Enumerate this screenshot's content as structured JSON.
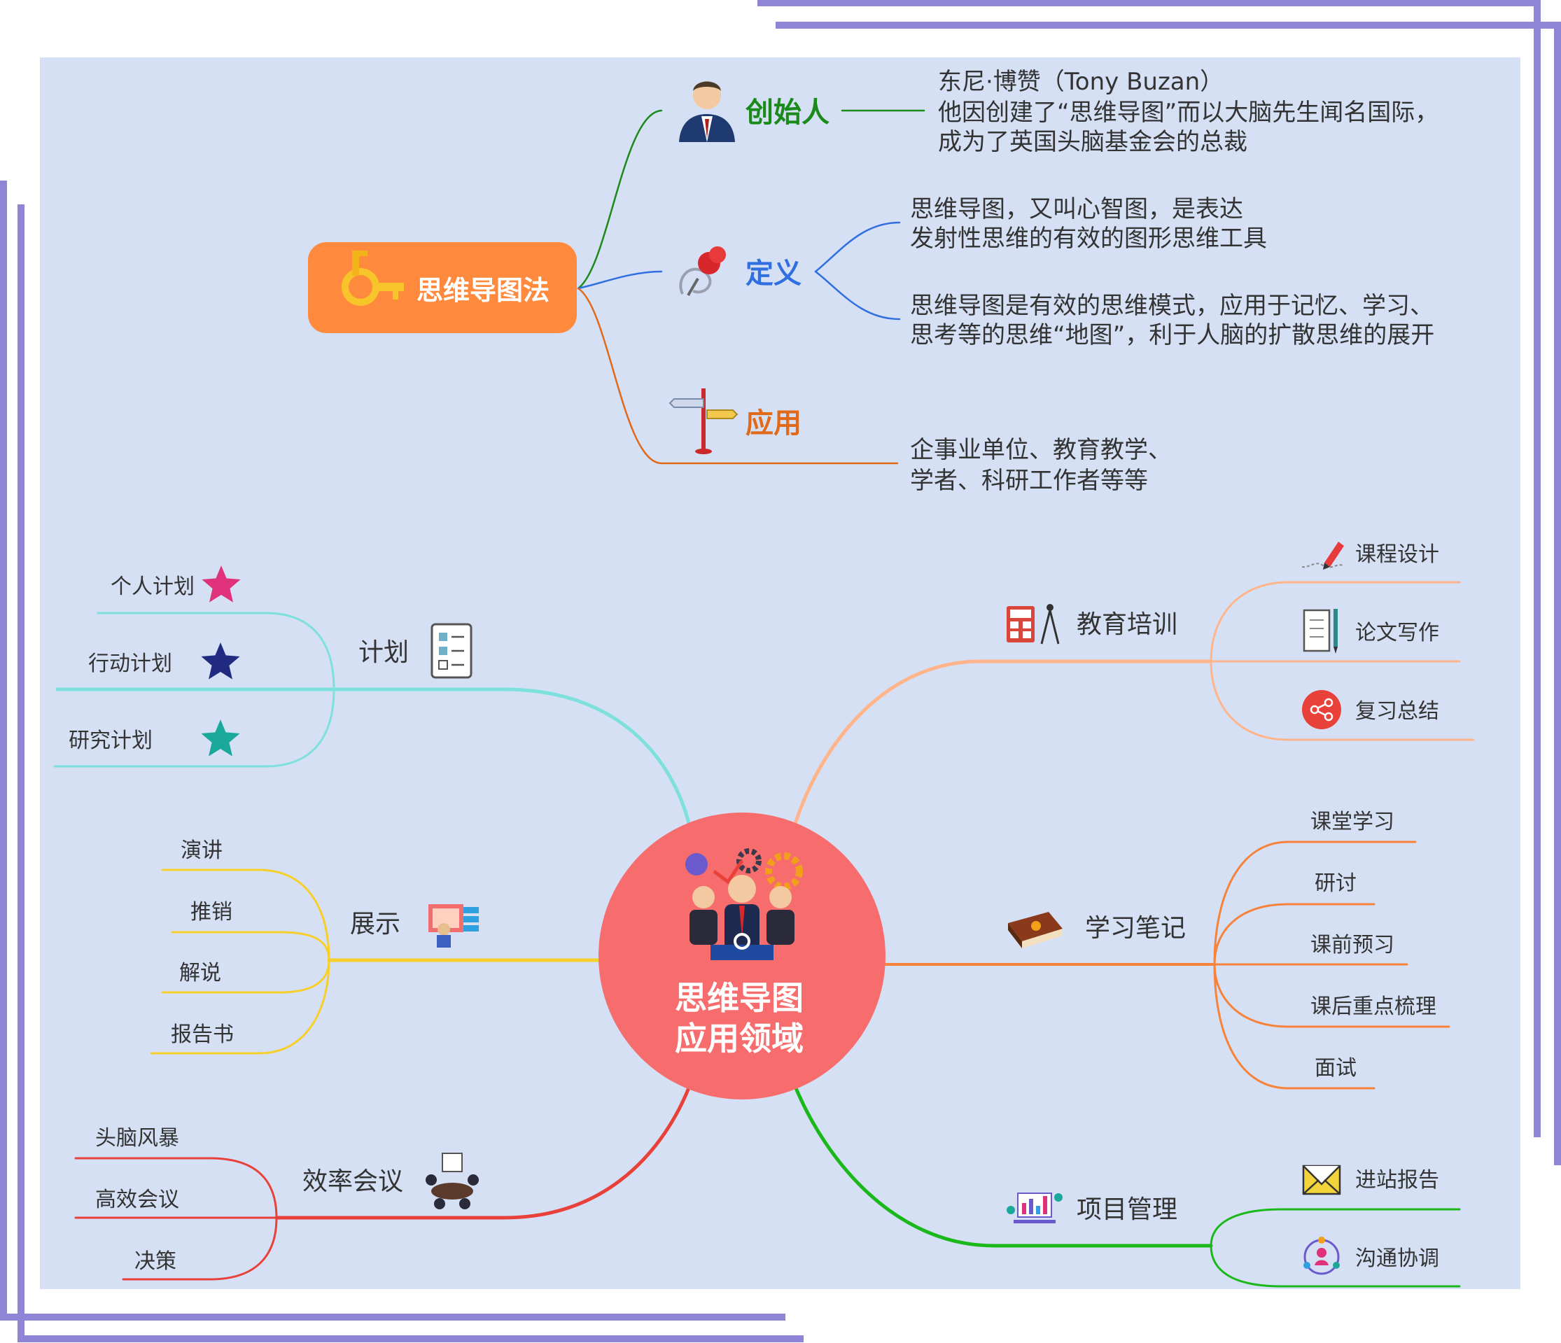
{
  "intro": {
    "title": "思维导图法",
    "founder": {
      "label": "创始人",
      "lines": [
        "东尼·博赞（Tony Buzan）",
        "他因创建了“思维导图”而以大脑先生闻名国际，",
        "成为了英国头脑基金会的总裁"
      ]
    },
    "definition": {
      "label": "定义",
      "item1": [
        "思维导图，又叫心智图，是表达",
        "发射性思维的有效的图形思维工具"
      ],
      "item2": [
        "思维导图是有效的思维模式，应用于记忆、学习、",
        "思考等的思维“地图”，利于人脑的扩散思维的展开"
      ]
    },
    "application": {
      "label": "应用",
      "lines": [
        "企事业单位、教育教学、",
        "学者、科研工作者等等"
      ]
    }
  },
  "center": {
    "line1": "思维导图",
    "line2": "应用领域"
  },
  "branches": {
    "plan": {
      "label": "计划",
      "items": [
        "个人计划",
        "行动计划",
        "研究计划"
      ]
    },
    "show": {
      "label": "展示",
      "items": [
        "演讲",
        "推销",
        "解说",
        "报告书"
      ]
    },
    "meeting": {
      "label": "效率会议",
      "items": [
        "头脑风暴",
        "高效会议",
        "决策"
      ]
    },
    "education": {
      "label": "教育培训",
      "items": [
        "课程设计",
        "论文写作",
        "复习总结"
      ]
    },
    "notes": {
      "label": "学习笔记",
      "items": [
        "课堂学习",
        "研讨",
        "课前预习",
        "课后重点梳理",
        "面试"
      ]
    },
    "project": {
      "label": "项目管理",
      "items": [
        "进站报告",
        "沟通协调"
      ]
    }
  },
  "colors": {
    "background": "#d6e0f5",
    "frame": "#8f85d6",
    "intro_box": "#ff8a3d",
    "founder": "#1a8a1a",
    "definition": "#2f6fe0",
    "application": "#e06a1a",
    "center": "#f76d6d",
    "plan": "#7ee0dc",
    "show": "#f7cf2a",
    "meeting": "#e8413a",
    "education": "#ffb48a",
    "notes": "#f7823a",
    "project": "#1ab81a",
    "star_pink": "#e0327a",
    "star_navy": "#1f2a80",
    "star_teal": "#1aa89a"
  },
  "icons": {
    "intro": "key-icon",
    "founder": "businessman-icon",
    "definition": "pushpin-icon",
    "application": "signpost-icon",
    "center": "team-gears-icon",
    "plan": "checklist-icon",
    "show": "presentation-icon",
    "meeting": "meeting-table-icon",
    "education": "calculator-compass-icon",
    "notes": "book-icon",
    "project": "chart-people-icon",
    "course_design": "pencil-icon",
    "essay": "document-pen-icon",
    "review": "share-icon",
    "report": "envelope-icon",
    "communication": "people-circle-icon"
  }
}
